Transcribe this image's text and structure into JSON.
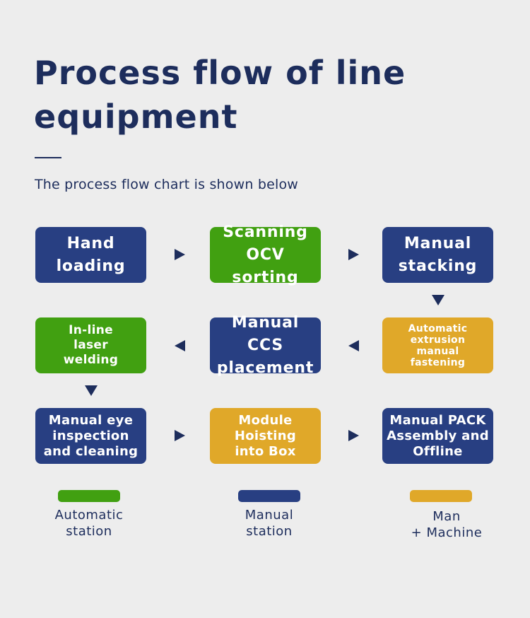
{
  "header": {
    "title": "Process flow of line equipment",
    "subtitle": "The process flow chart is shown below"
  },
  "colors": {
    "manual": "#283f82",
    "automatic": "#41a011",
    "man_machine": "#e0a829",
    "text": "#1d2d5c",
    "background": "#ededed"
  },
  "flow": {
    "steps": [
      {
        "label": "Hand\nloading",
        "type": "manual"
      },
      {
        "label": "Scanning\nOCV sorting",
        "type": "automatic"
      },
      {
        "label": "Manual\nstacking",
        "type": "manual"
      },
      {
        "label": "Automatic\nextrusion\nmanual\nfastening",
        "type": "man_machine"
      },
      {
        "label": "Manual CCS\nplacement",
        "type": "manual"
      },
      {
        "label": "In-line\nlaser\nwelding",
        "type": "automatic"
      },
      {
        "label": "Manual eye\ninspection\nand cleaning",
        "type": "manual"
      },
      {
        "label": "Module\nHoisting\ninto Box",
        "type": "man_machine"
      },
      {
        "label": "Manual PACK\nAssembly and\nOffline",
        "type": "manual"
      }
    ],
    "arrows": [
      {
        "from": 1,
        "to": 2,
        "direction": "right"
      },
      {
        "from": 2,
        "to": 3,
        "direction": "right"
      },
      {
        "from": 3,
        "to": 4,
        "direction": "down"
      },
      {
        "from": 4,
        "to": 5,
        "direction": "left"
      },
      {
        "from": 5,
        "to": 6,
        "direction": "left"
      },
      {
        "from": 6,
        "to": 7,
        "direction": "down"
      },
      {
        "from": 7,
        "to": 8,
        "direction": "right"
      },
      {
        "from": 8,
        "to": 9,
        "direction": "right"
      }
    ]
  },
  "legend": [
    {
      "label": "Automatic\nstation",
      "type": "automatic"
    },
    {
      "label": "Manual\nstation",
      "type": "manual"
    },
    {
      "label": "Man\n+ Machine",
      "type": "man_machine"
    }
  ]
}
